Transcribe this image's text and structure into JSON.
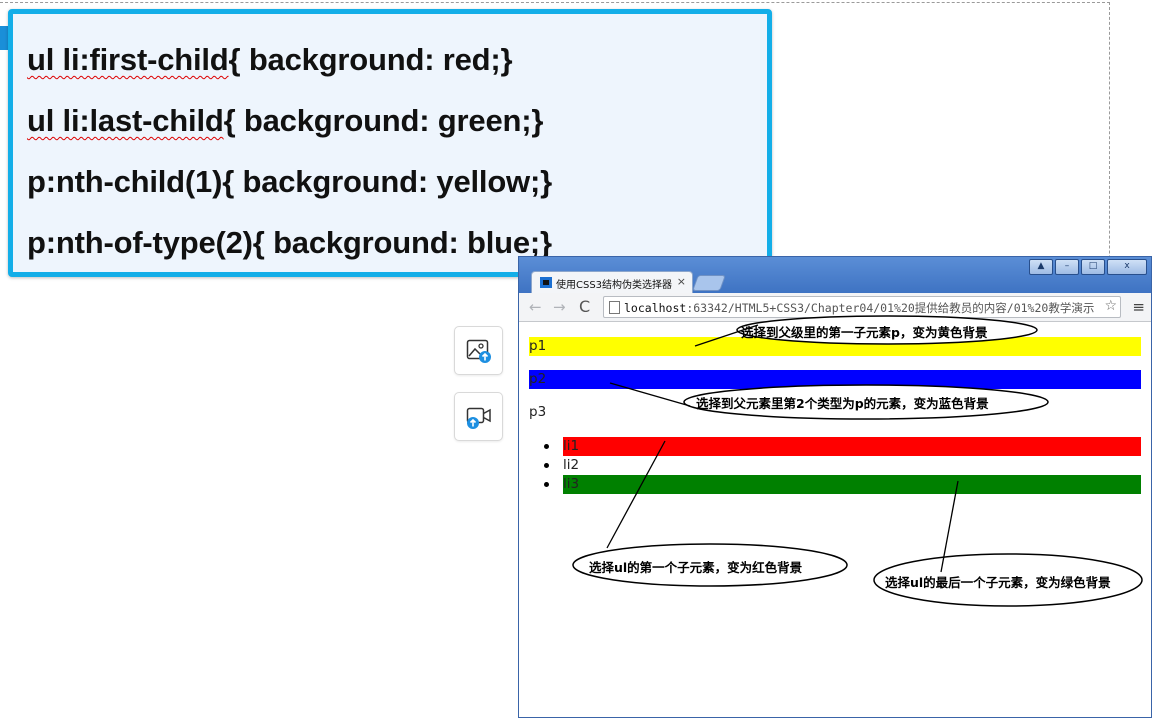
{
  "code_box": {
    "lines": [
      {
        "selector": "ul li:first-child",
        "rest": "{ background: red;}"
      },
      {
        "selector": "ul li:last-child",
        "rest": "{ background: green;}"
      },
      {
        "selector": "",
        "rest": "p:nth-child(1){ background: yellow;}"
      },
      {
        "selector": "",
        "rest": "p:nth-of-type(2){ background: blue;}"
      }
    ]
  },
  "side_tools": [
    {
      "icon": "image-upload-icon"
    },
    {
      "icon": "video-upload-icon"
    }
  ],
  "browser": {
    "tab_title": "使用CSS3结构伪类选择器",
    "tab_close": "×",
    "url_host": "localhost",
    "url_rest": ":63342/HTML5+CSS3/Chapter04/01%20提供给教员的内容/01%20教学演示",
    "window_controls": [
      "▲",
      "–",
      "□",
      "x"
    ],
    "nav": {
      "back": "←",
      "forward": "→",
      "reload": "C",
      "star": "☆",
      "menu": "≡"
    }
  },
  "page": {
    "paragraphs": [
      {
        "text": "p1",
        "bg": "#ffff00"
      },
      {
        "text": "p2",
        "bg": "#0000ff"
      },
      {
        "text": "p3",
        "bg": ""
      }
    ],
    "list_items": [
      {
        "text": "li1",
        "bg": "#ff0000"
      },
      {
        "text": "li2",
        "bg": ""
      },
      {
        "text": "li3",
        "bg": "#008000"
      }
    ]
  },
  "annotations": [
    "选择到父级里的第一子元素p，变为黄色背景",
    "选择到父元素里第2个类型为p的元素，变为蓝色背景",
    "选择ul的第一个子元素，变为红色背景",
    "选择ul的最后一个子元素，变为绿色背景"
  ]
}
